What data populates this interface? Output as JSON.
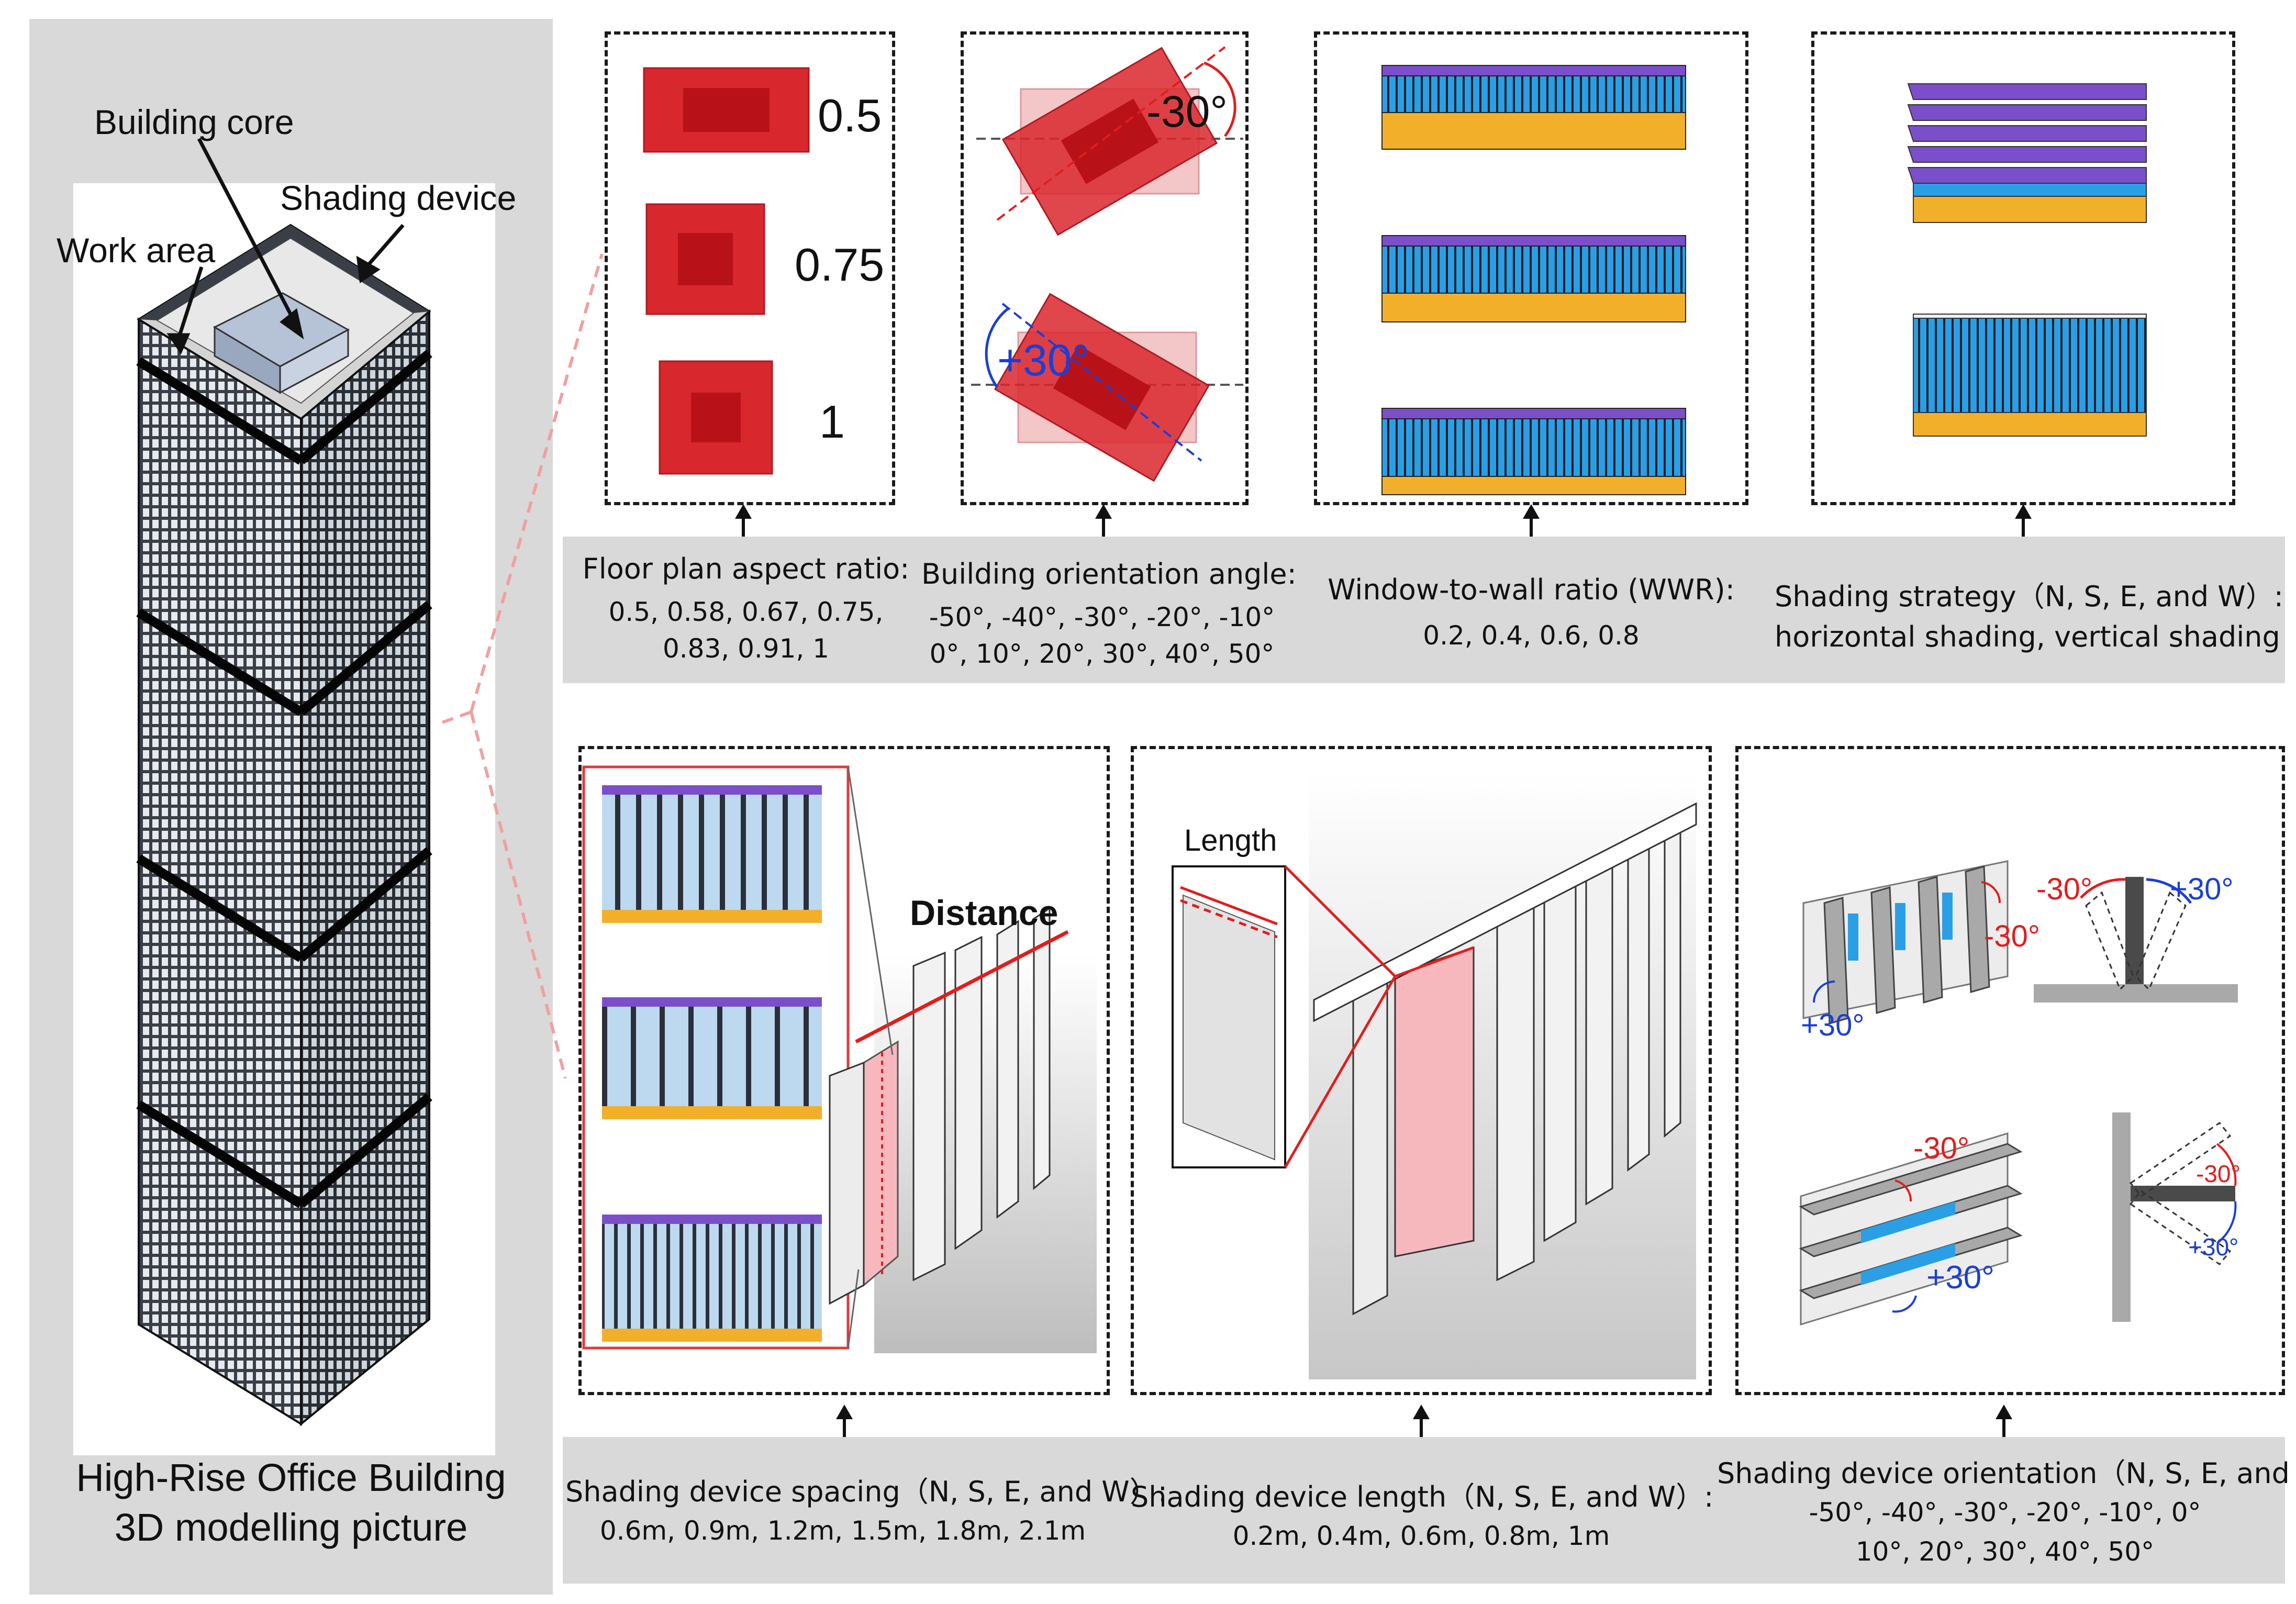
{
  "left_panel": {
    "labels": {
      "building_core": "Building core",
      "shading_device": "Shading device",
      "work_area": "Work area"
    },
    "caption_line1": "High-Rise Office Building",
    "caption_line2": "3D modelling picture"
  },
  "top_row": {
    "floor_plan": {
      "ratios": [
        "0.5",
        "0.75",
        "1"
      ],
      "caption_title": "Floor plan aspect ratio:",
      "caption_values_1": "0.5, 0.58, 0.67, 0.75,",
      "caption_values_2": "0.83, 0.91, 1"
    },
    "orientation": {
      "angle_neg": "-30°",
      "angle_pos": "+30°",
      "caption_title": "Building orientation angle:",
      "caption_values_1": "-50°, -40°, -30°, -20°, -10°",
      "caption_values_2": "0°, 10°, 20°, 30°, 40°, 50°"
    },
    "wwr": {
      "caption_title": "Window-to-wall ratio (WWR):",
      "caption_values": "0.2, 0.4, 0.6, 0.8"
    },
    "shading_strategy": {
      "caption_title": "Shading strategy（N, S, E, and W）:",
      "caption_values": "horizontal shading, vertical shading"
    }
  },
  "bottom_row": {
    "spacing": {
      "distance_label": "Distance",
      "caption_title": "Shading device spacing（N, S, E, and W）:",
      "caption_values": "0.6m, 0.9m, 1.2m, 1.5m, 1.8m, 2.1m"
    },
    "length": {
      "length_label": "Length",
      "caption_title": "Shading device length（N, S, E, and W）:",
      "caption_values": "0.2m, 0.4m, 0.6m, 0.8m, 1m"
    },
    "orientation": {
      "vertical_neg": "-30°",
      "vertical_pos": "+30°",
      "vertical_side_neg": "-30°",
      "vertical_side_pos": "+30°",
      "horizontal_neg": "-30°",
      "horizontal_pos": "+30°",
      "horizontal_side_neg": "-30°",
      "horizontal_side_pos": "+30°",
      "caption_title": "Shading device orientation（N, S, E, and W）:",
      "caption_values_1": "-50°, -40°, -30°, -20°, -10°, 0°",
      "caption_values_2": "10°, 20°, 30°, 40°, 50°"
    }
  },
  "colors": {
    "panel_gray": "#d9d9d9",
    "red_plan": "#d9272e",
    "purple_shade": "#7b4fc9",
    "glass_blue": "#2a9fe6",
    "wall_orange": "#f2b02a",
    "pink_fin": "#f6b8bd",
    "blue_angle": "#1a3fd6",
    "red_angle": "#e21d1d"
  }
}
